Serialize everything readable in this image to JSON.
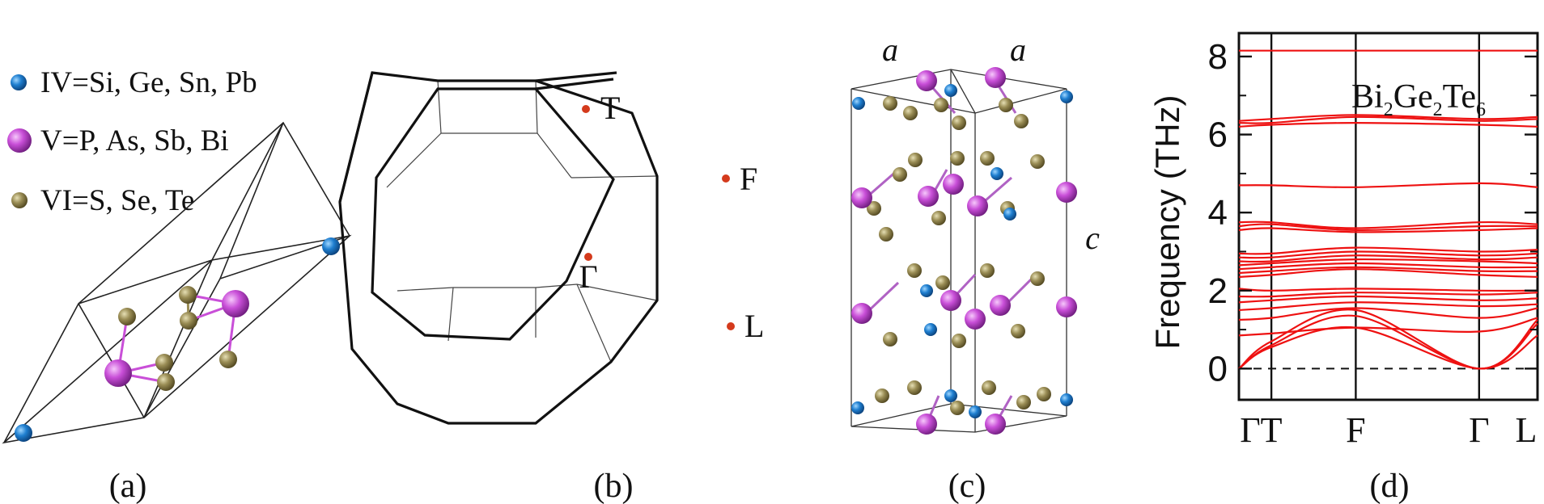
{
  "panel_a": {
    "caption": "(a)",
    "legend": [
      {
        "label": "IV=Si, Ge, Sn, Pb",
        "color": "#1f7fd0",
        "icon": "blue-atom"
      },
      {
        "label": "V=P, As, Sb, Bi",
        "color": "#c94fd8",
        "icon": "magenta-atom"
      },
      {
        "label": "VI=S, Se, Te",
        "color": "#9a8d55",
        "icon": "olive-atom"
      }
    ]
  },
  "panel_b": {
    "caption": "(b)",
    "points": [
      "T",
      "F",
      "Γ",
      "L"
    ],
    "point_color": "#d43a1c"
  },
  "panel_c": {
    "caption": "(c)",
    "labels": {
      "a1": "a",
      "a2": "a",
      "c": "c"
    }
  },
  "panel_d": {
    "caption": "(d)",
    "compound": {
      "base1": "Bi",
      "sub1": "2",
      "base2": "Ge",
      "sub2": "2",
      "base3": "Te",
      "sub3": "6"
    }
  },
  "chart_data": {
    "type": "line",
    "ylabel": "Frequency (THz)",
    "xlabel": "",
    "ylim": [
      -0.8,
      8.6
    ],
    "yticks": [
      0,
      2,
      4,
      6,
      8
    ],
    "x": [
      0,
      0.5,
      1.8,
      3.7,
      4.6
    ],
    "xticks": [
      "Γ",
      "T",
      "F",
      "Γ",
      "L"
    ],
    "line_color": "#ee1111",
    "zero_line": "dashed",
    "series": [
      {
        "values": [
          0.0,
          0.55,
          1.05,
          0.0,
          0.85
        ]
      },
      {
        "values": [
          0.0,
          0.6,
          1.35,
          0.0,
          1.15
        ]
      },
      {
        "values": [
          0.0,
          0.7,
          1.5,
          0.0,
          1.25
        ]
      },
      {
        "values": [
          0.85,
          0.9,
          1.05,
          0.95,
          1.3
        ]
      },
      {
        "values": [
          1.25,
          1.3,
          1.55,
          1.3,
          1.55
        ]
      },
      {
        "values": [
          1.5,
          1.55,
          1.7,
          1.6,
          1.65
        ]
      },
      {
        "values": [
          1.7,
          1.75,
          1.85,
          1.75,
          1.8
        ]
      },
      {
        "values": [
          1.85,
          1.85,
          1.95,
          1.9,
          1.95
        ]
      },
      {
        "values": [
          2.05,
          2.0,
          2.05,
          2.0,
          2.0
        ]
      },
      {
        "values": [
          2.35,
          2.4,
          2.55,
          2.4,
          2.35
        ]
      },
      {
        "values": [
          2.45,
          2.5,
          2.6,
          2.5,
          2.5
        ]
      },
      {
        "values": [
          2.55,
          2.6,
          2.7,
          2.6,
          2.6
        ]
      },
      {
        "values": [
          2.65,
          2.7,
          2.8,
          2.75,
          2.7
        ]
      },
      {
        "values": [
          2.75,
          2.75,
          2.9,
          2.8,
          2.85
        ]
      },
      {
        "values": [
          2.85,
          2.85,
          3.0,
          2.9,
          2.95
        ]
      },
      {
        "values": [
          2.95,
          2.95,
          3.1,
          3.0,
          3.05
        ]
      },
      {
        "values": [
          3.55,
          3.6,
          3.5,
          3.55,
          3.6
        ]
      },
      {
        "values": [
          3.65,
          3.7,
          3.55,
          3.65,
          3.65
        ]
      },
      {
        "values": [
          3.75,
          3.75,
          3.6,
          3.75,
          3.7
        ]
      },
      {
        "values": [
          4.7,
          4.7,
          4.65,
          4.75,
          4.65
        ]
      },
      {
        "values": [
          6.2,
          6.25,
          6.3,
          6.25,
          6.2
        ]
      },
      {
        "values": [
          6.3,
          6.3,
          6.45,
          6.35,
          6.4
        ]
      },
      {
        "values": [
          6.35,
          6.4,
          6.5,
          6.4,
          6.45
        ]
      },
      {
        "values": [
          8.15,
          8.15,
          8.15,
          8.15,
          8.15
        ]
      }
    ]
  }
}
